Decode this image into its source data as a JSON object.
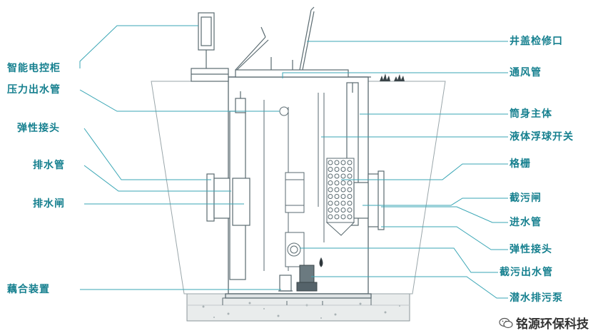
{
  "labels_left": [
    {
      "id": "smart-control-cabinet",
      "text": "智能电控柜"
    },
    {
      "id": "pressure-outlet-pipe",
      "text": "压力出水管"
    },
    {
      "id": "elastic-joint-left",
      "text": "弹性接头"
    },
    {
      "id": "drain-pipe",
      "text": "排水管"
    },
    {
      "id": "drain-gate",
      "text": "排水闸"
    },
    {
      "id": "coupling-device",
      "text": "藕合装置"
    }
  ],
  "labels_right": [
    {
      "id": "manhole-cover",
      "text": "井盖检修口"
    },
    {
      "id": "ventilation-pipe",
      "text": "通风管"
    },
    {
      "id": "cylinder-body",
      "text": "筒身主体"
    },
    {
      "id": "float-switch",
      "text": "液体浮球开关"
    },
    {
      "id": "grille",
      "text": "格栅"
    },
    {
      "id": "interception-gate",
      "text": "截污闸"
    },
    {
      "id": "inlet-pipe",
      "text": "进水管"
    },
    {
      "id": "elastic-joint-right",
      "text": "弹性接头"
    },
    {
      "id": "interception-outlet-pipe",
      "text": "截污出水管"
    },
    {
      "id": "submersible-sewage-pump",
      "text": "潜水排污泵"
    }
  ],
  "watermark": {
    "text": "铭源环保科技",
    "icon": "wechat-icon"
  },
  "colors": {
    "label": "#16808f",
    "leader": "#3aa6b5",
    "drawing": "#5a6a70"
  }
}
